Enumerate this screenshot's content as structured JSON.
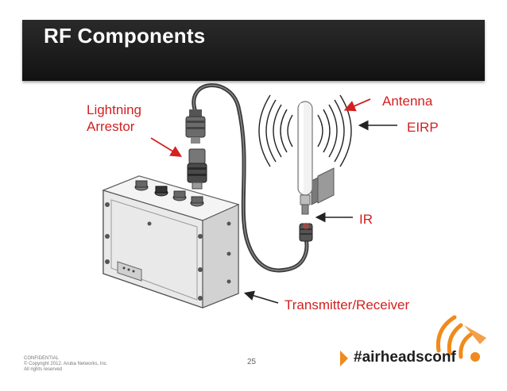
{
  "slide": {
    "title": "RF Components",
    "page_number": "25"
  },
  "labels": {
    "lightning_line1": "Lightning",
    "lightning_line2": "Arrestor",
    "antenna": "Antenna",
    "eirp": "EIRP",
    "ir": "IR",
    "transmitter_receiver": "Transmitter/Receiver"
  },
  "footer": {
    "confidential": "CONFIDENTIAL",
    "copyright": "© Copyright 2012. Aruba Networks, Inc.",
    "rights": "All rights reserved",
    "hashtag": "#airheadsconf"
  },
  "colors": {
    "title_bar": "#1a1a1a",
    "label_red": "#d42020",
    "accent_orange": "#f08a1c"
  }
}
